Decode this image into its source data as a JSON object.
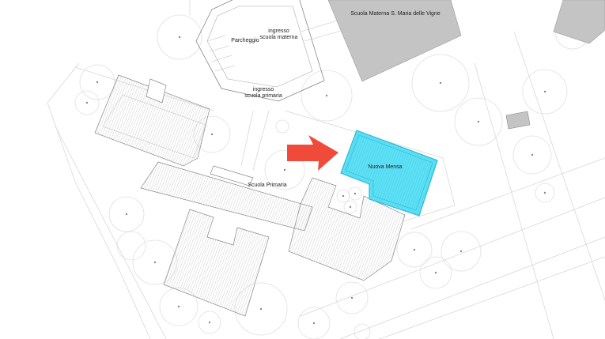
{
  "labels": {
    "scuola_materna": "Scuola Materna S. Maria delle Vigne",
    "parcheggio": "Parcheggio",
    "ingresso_materna_1": "ingresso",
    "ingresso_materna_2": "scuola materna",
    "ingresso_primaria_1": "ingresso",
    "ingresso_primaria_2": "scuola primaria",
    "scuola_primaria": "Scuola Primaria",
    "nuova_mensa": "Nuova Mensa"
  },
  "colors": {
    "new_building": "#5ee0f5",
    "new_building_stroke": "#2cb8d6",
    "arrow": "#ef4a3a",
    "existing_building": "#c4c4c4",
    "line": "#bdbdbd"
  }
}
